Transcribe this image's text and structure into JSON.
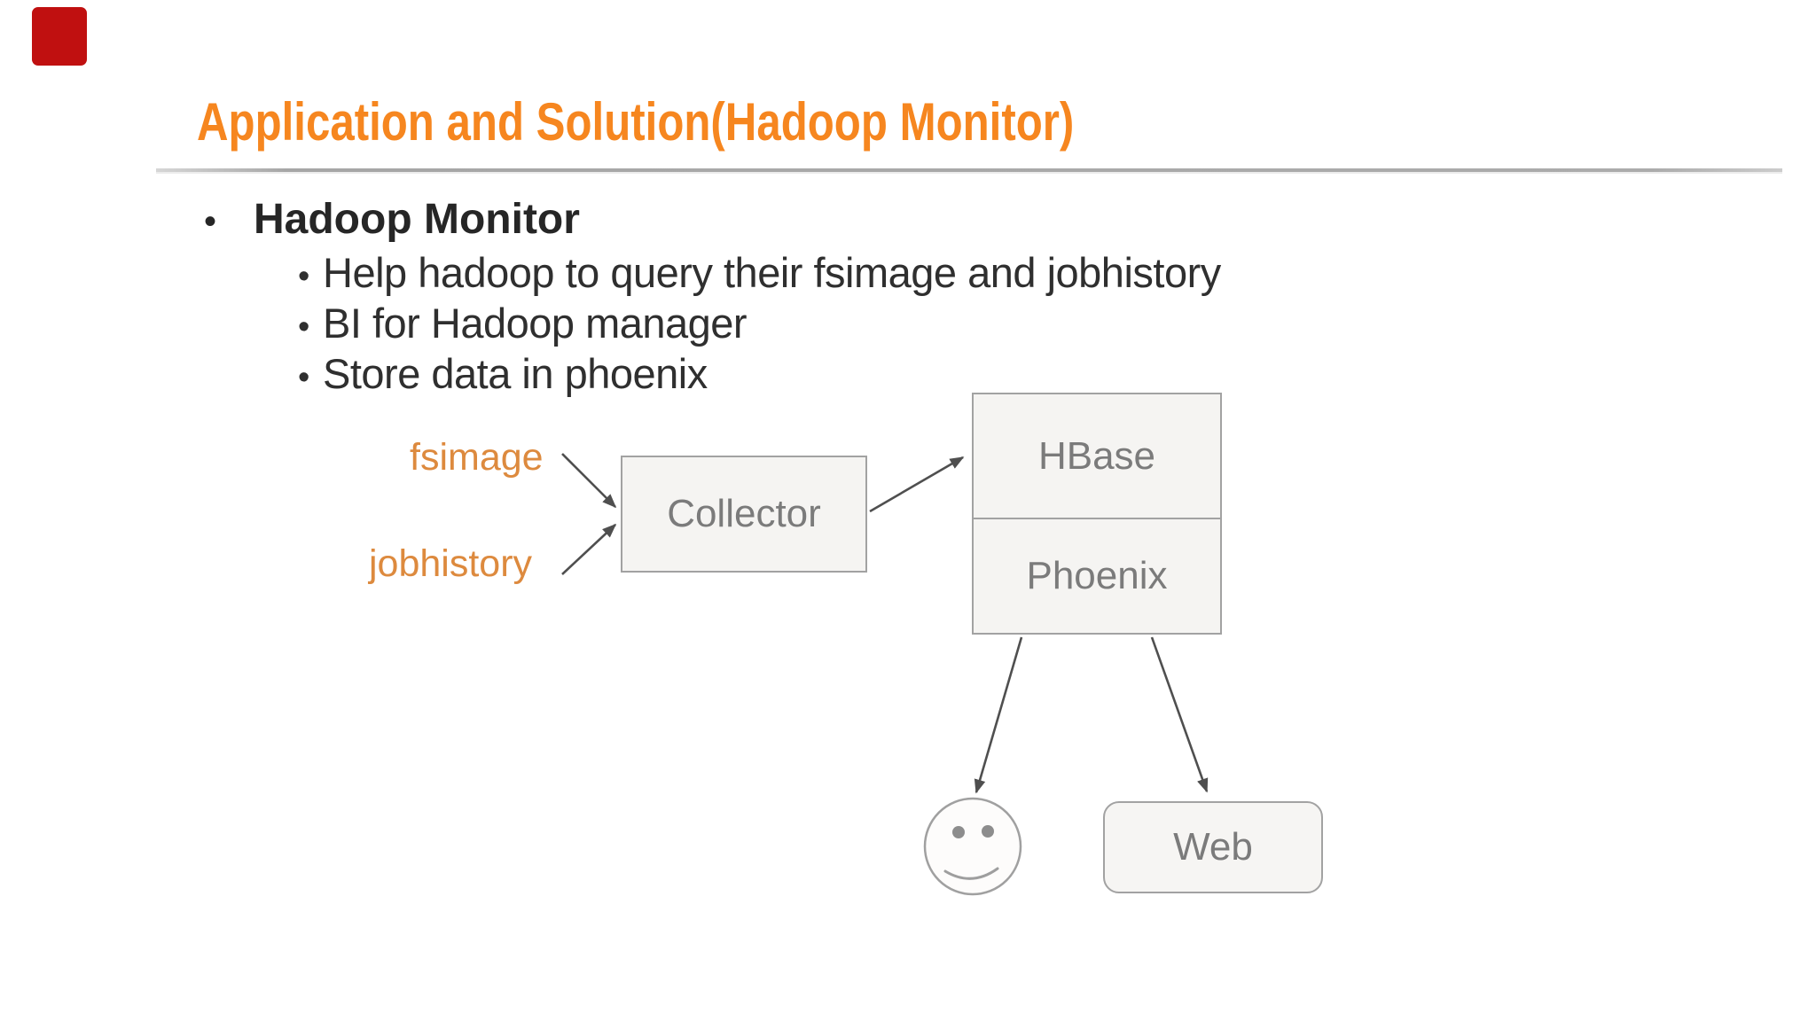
{
  "slide": {
    "title": "Application and Solution(Hadoop Monitor)",
    "bullet_char": "•",
    "heading_bullet": "Hadoop Monitor",
    "sub_bullets": [
      "Help hadoop to query their fsimage and jobhistory",
      "BI for Hadoop manager",
      "Store data in phoenix"
    ]
  },
  "diagram": {
    "source_labels": {
      "fsimage": "fsimage",
      "jobhistory": "jobhistory"
    },
    "nodes": {
      "collector": "Collector",
      "hbase": "HBase",
      "phoenix": "Phoenix",
      "web": "Web"
    },
    "icons": {
      "smiley": "smiley-user-icon"
    },
    "edges": [
      {
        "from": "fsimage",
        "to": "Collector"
      },
      {
        "from": "jobhistory",
        "to": "Collector"
      },
      {
        "from": "Collector",
        "to": "HBase"
      },
      {
        "from": "Phoenix",
        "to": "user (smiley)"
      },
      {
        "from": "Phoenix",
        "to": "Web"
      }
    ]
  },
  "colors": {
    "title_orange": "#f6861f",
    "diagram_label_orange": "#dd8a3e",
    "body_text": "#2f2f2f",
    "node_fill": "#f5f4f2",
    "node_border": "#a2a2a2",
    "node_text": "#7b7b7b",
    "arrow": "#4f4f4f",
    "divider_gray": "#ababab",
    "corner_marker_red": "#c01010"
  }
}
